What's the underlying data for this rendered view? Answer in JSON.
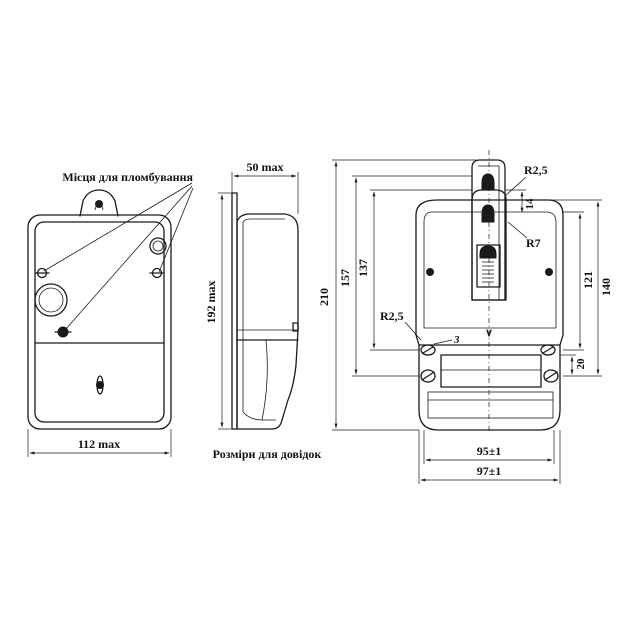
{
  "labels": {
    "seal_places": "Місця для пломбування",
    "reference_dims": "Розміри для довідок",
    "front_width": "112 max",
    "side_height": "192 max",
    "side_depth": "50 max",
    "total_height": "210",
    "dim_157": "157",
    "dim_137": "137",
    "dim_121": "121",
    "dim_140": "140",
    "dim_14": "14",
    "dim_20": "20",
    "radius_top": "R2,5",
    "radius_7": "R7",
    "radius_left": "R2,5",
    "callout_3": "3",
    "width_95": "95±1",
    "width_97": "97±1"
  }
}
